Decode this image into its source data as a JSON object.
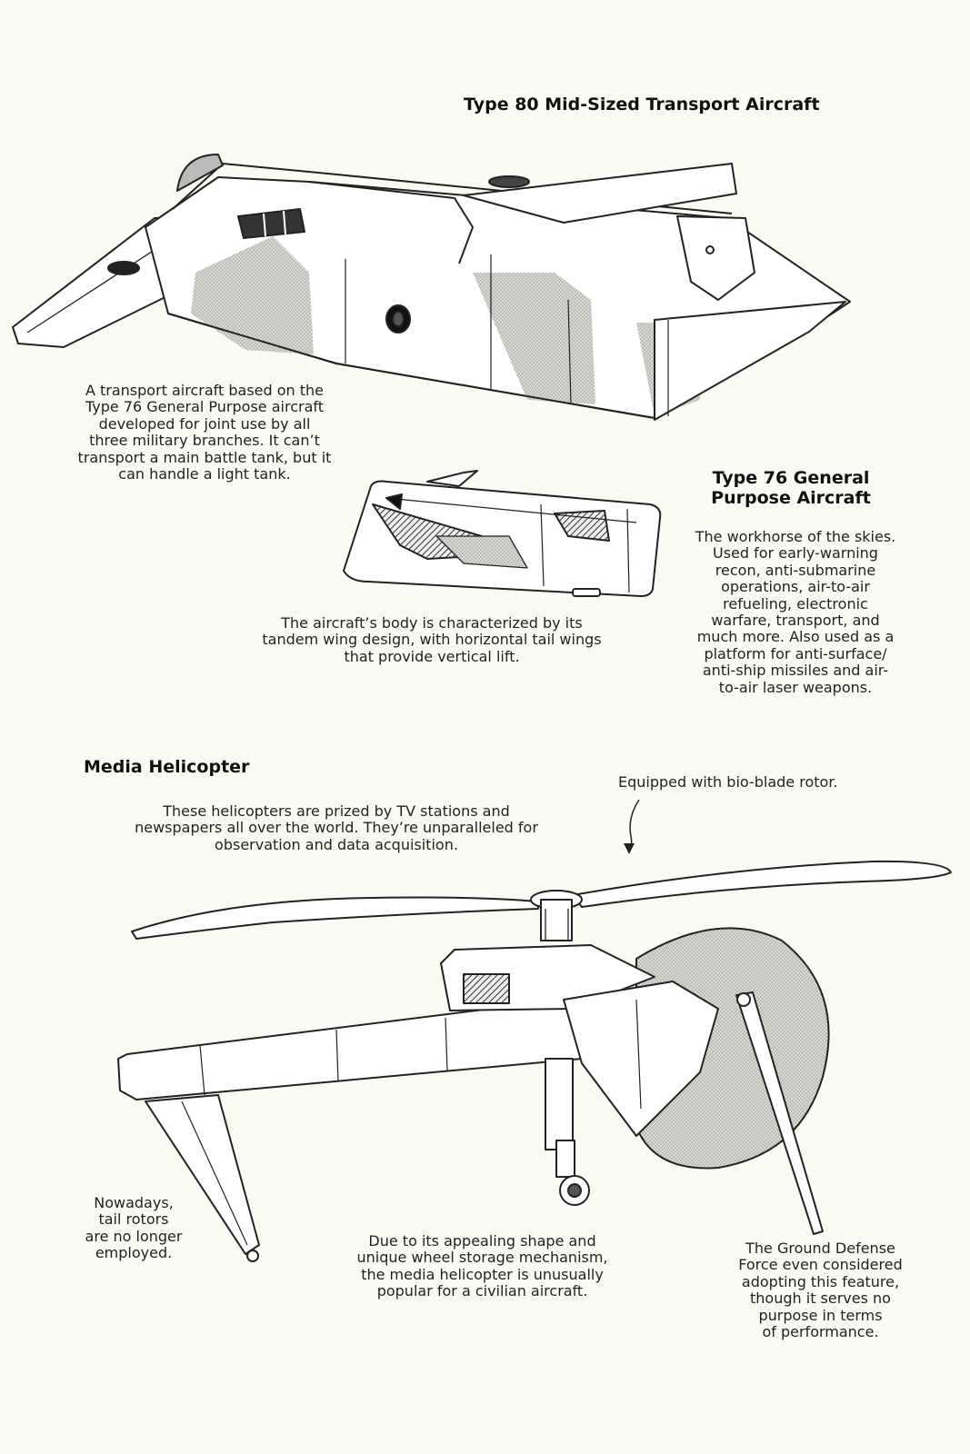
{
  "transport": {
    "title": "Type 80 Mid-Sized Transport Aircraft",
    "caption": [
      "A transport aircraft based on the",
      "Type 76 General Purpose aircraft",
      "developed for joint use by all",
      "three military branches. It can’t",
      "transport a main battle tank, but it",
      "can handle a light tank."
    ]
  },
  "general_purpose": {
    "title": [
      "Type 76 General",
      "Purpose Aircraft"
    ],
    "body_caption": [
      "The aircraft’s body is characterized by its",
      "tandem wing design, with horizontal tail wings",
      "that provide vertical lift."
    ],
    "caption": [
      "The workhorse of the skies.",
      "Used for early-warning",
      "recon, anti-submarine",
      "operations, air-to-air",
      "refueling, electronic",
      "warfare, transport, and",
      "much more. Also used as a",
      "platform for anti-surface/",
      "anti-ship missiles and air-",
      "to-air laser weapons."
    ]
  },
  "media_helicopter": {
    "title": "Media Helicopter",
    "rotor_note": "Equipped with bio-blade rotor.",
    "caption": [
      "These helicopters are prized by TV stations and",
      "newspapers all over the world. They’re unparalleled for",
      "observation and data acquisition."
    ],
    "tail_note": [
      "Nowadays,",
      "tail rotors",
      "are no longer",
      "employed."
    ],
    "wheel_note": [
      "Due to its appealing shape and",
      "unique wheel storage mechanism,",
      "the media helicopter is unusually",
      "popular for a civilian aircraft."
    ],
    "defense_note": [
      "The Ground Defense",
      "Force even considered",
      "adopting this feature,",
      "though it serves no",
      "purpose in terms",
      "of performance."
    ]
  }
}
